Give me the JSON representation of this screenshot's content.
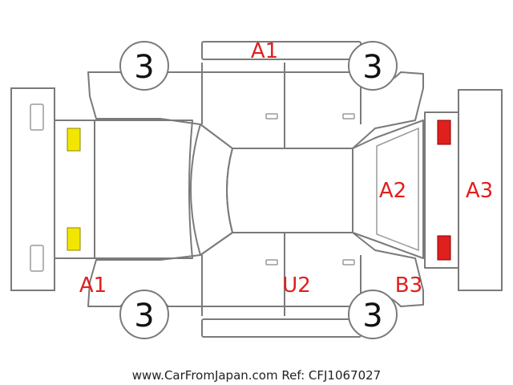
{
  "colors": {
    "damage_code": "#e0201e",
    "outline": "#7a7a7a",
    "fog_light": "#f2e600",
    "tail_light": "#e0201e",
    "text": "#111111"
  },
  "wheels": {
    "front_left": "3",
    "front_right": "3",
    "rear_left": "3",
    "rear_right": "3"
  },
  "damage_codes": {
    "top_door": "A1",
    "front_left_bumper": "A1",
    "rear_window": "A2",
    "rear_bumper": "A3",
    "bottom_door": "U2",
    "rear_quarter": "B3"
  },
  "footer": "www.CarFromJapan.com Ref: CFJ1067027"
}
